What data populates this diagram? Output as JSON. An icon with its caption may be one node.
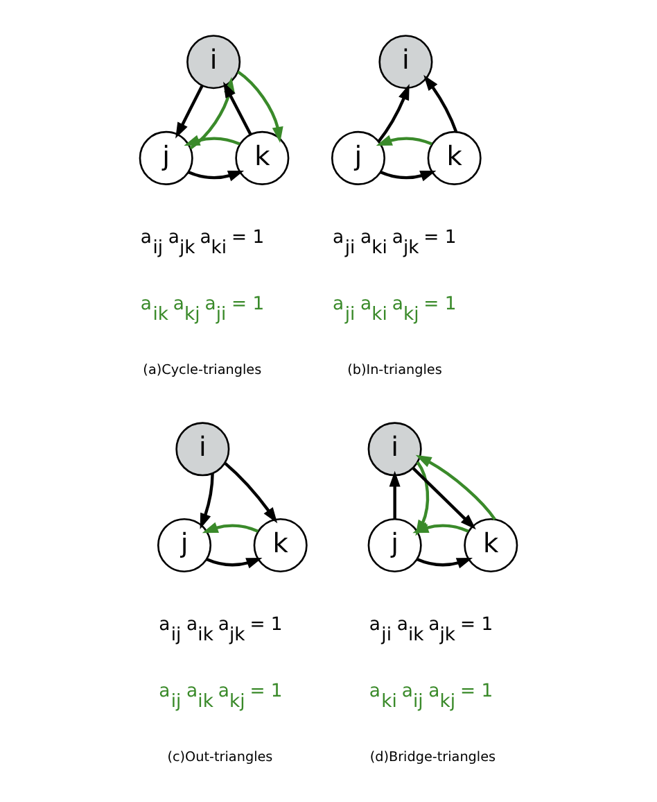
{
  "diagram": {
    "nodes": [
      {
        "text": [
          "i"
        ]
      },
      {
        "text": [
          "j"
        ]
      },
      {
        "text": [
          "k"
        ]
      },
      {
        "text": [
          "i"
        ]
      },
      {
        "text": [
          "j"
        ]
      },
      {
        "text": [
          "k"
        ]
      },
      {
        "text": [
          "i"
        ]
      },
      {
        "text": [
          "j"
        ]
      },
      {
        "text": [
          "k"
        ]
      },
      {
        "text": [
          "i"
        ]
      },
      {
        "text": [
          "j"
        ]
      },
      {
        "text": [
          "k"
        ]
      }
    ],
    "edges": [
      {
        "from": 0,
        "to": 1,
        "arrow": "to"
      },
      {
        "from": 1,
        "to": 2,
        "arrow": "to"
      },
      {
        "from": 2,
        "to": 0,
        "arrow": "to"
      },
      {
        "from": 1,
        "to": 0,
        "arrow": "to",
        "color": "#3a8a2a"
      },
      {
        "from": 0,
        "to": 2,
        "arrow": "to",
        "color": "#3a8a2a"
      },
      {
        "from": 2,
        "to": 1,
        "arrow": "to",
        "color": "#3a8a2a"
      },
      {
        "from": 4,
        "to": 3,
        "arrow": "to"
      },
      {
        "from": 5,
        "to": 3,
        "arrow": "to"
      },
      {
        "from": 4,
        "to": 5,
        "arrow": "to"
      },
      {
        "from": 5,
        "to": 4,
        "arrow": "to",
        "color": "#3a8a2a"
      },
      {
        "from": 6,
        "to": 7,
        "arrow": "to"
      },
      {
        "from": 6,
        "to": 8,
        "arrow": "to"
      },
      {
        "from": 7,
        "to": 8,
        "arrow": "to"
      },
      {
        "from": 8,
        "to": 7,
        "arrow": "to",
        "color": "#3a8a2a"
      },
      {
        "from": 10,
        "to": 9,
        "arrow": "to"
      },
      {
        "from": 9,
        "to": 11,
        "arrow": "to"
      },
      {
        "from": 10,
        "to": 11,
        "arrow": "to"
      },
      {
        "from": 9,
        "to": 10,
        "arrow": "to",
        "color": "#3a8a2a"
      },
      {
        "from": 11,
        "to": 9,
        "arrow": "to",
        "color": "#3a8a2a"
      },
      {
        "from": 11,
        "to": 10,
        "arrow": "to",
        "color": "#3a8a2a"
      }
    ],
    "labels": [
      "a$_{ij}$ a$_{jk}$ a$_{ki}$ = 1",
      "a$_{ik}$ a$_{kj}$ a$_{ji}$ = 1",
      "(a)Cycle-triangles",
      "a$_{ji}$ a$_{ki}$ a$_{jk}$ = 1",
      "a$_{ji}$ a$_{ki}$ a$_{kj}$ = 1",
      "(b)In-triangles",
      "a$_{ij}$ a$_{ik}$ a$_{jk}$ = 1",
      "a$_{ij}$ a$_{ik}$ a$_{kj}$ = 1",
      "(c)Out-triangles",
      "a$_{ji}$ a$_{ik}$ a$_{jk}$ = 1",
      "a$_{ki}$ a$_{ij}$ a$_{kj}$ = 1",
      "(d)Bridge-triangles"
    ]
  }
}
